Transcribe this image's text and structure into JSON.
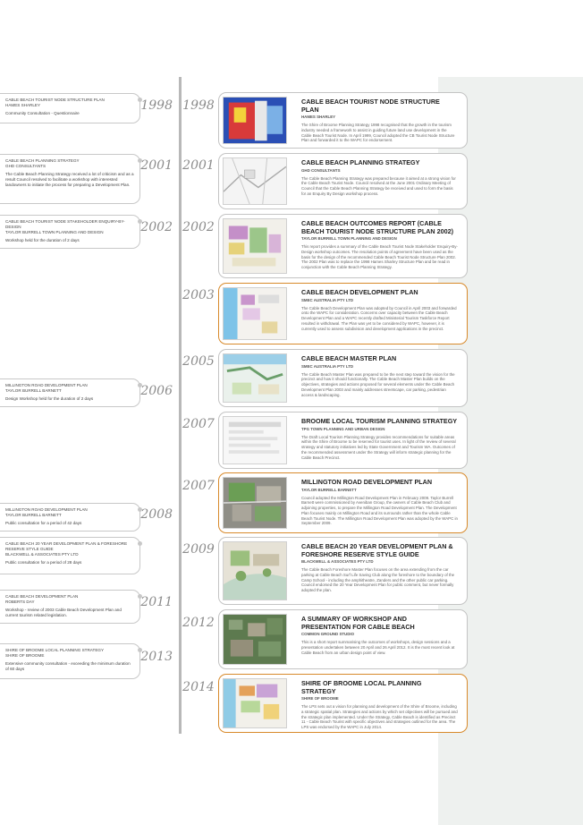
{
  "left_entries": [
    {
      "title": "CABLE BEACH TOURIST NODE STRUCTURE PLAN",
      "subtitle": "HAMES SHARLEY",
      "description": "Community Consultation - Questionnaire"
    },
    {
      "title": "CABLE BEACH PLANNING STRATEGY",
      "subtitle": "GHD CONSULTANTS",
      "description": "The Cable Beach Planning Strategy received a lot of criticism and as a result Council resolved to facilitate a workshop with interested landowners to initiate the process for preparing a Development Plan."
    },
    {
      "title": "CABLE BEACH TOURIST NODE STAKEHOLDER ENQUIRY-BY-DESIGN",
      "subtitle": "TAYLOR BURRELL TOWN PLANNING AND DESIGN",
      "description": "Workshop held for the duration of 2 days"
    },
    {
      "title": "MILLINGTON ROAD DEVELOPMENT PLAN",
      "subtitle": "TAYLOR BURRELL BARNETT",
      "description": "Design Workshop held for the duration of 2 days"
    },
    {
      "title": "MILLINGTON ROAD DEVELOPMENT PLAN",
      "subtitle": "TAYLOR BURRELL BARNETT",
      "description": "Public consultation for a period of 42 days"
    },
    {
      "title": "CABLE BEACH 20 YEAR DEVELOPMENT PLAN & FORESHORE RESERVE STYLE GUIDE",
      "subtitle": "BLACKWELL & ASSOCIATES PTY LTD",
      "description": "Public consultation for a period of 28 days"
    },
    {
      "title": "CABLE BEACH DEVELOPMENT PLAN",
      "subtitle": "ROBERTS DAY",
      "description": "Workshop - review of 2003 Cable Beach Development Plan and current tourism related legislation."
    },
    {
      "title": "SHIRE OF BROOME LOCAL PLANNING STRATEGY",
      "subtitle": "SHIRE OF BROOME",
      "description": "Extensive community consultation - exceeding the minimum duration of 60 days"
    }
  ],
  "left_years": [
    "1998",
    "2001",
    "2002",
    "2006",
    "2008",
    "2011",
    "2013"
  ],
  "right_years": [
    "1998",
    "2001",
    "2002",
    "2003",
    "2005",
    "2007",
    "2007",
    "2009",
    "2012",
    "2014"
  ],
  "cards": [
    {
      "title": "CABLE BEACH TOURIST NODE STRUCTURE PLAN",
      "subtitle": "HAMES SHARLEY",
      "description": "The Shire of Broome Planning Strategy 1998 recognised that the growth in the tourism industry needed a framework to assist in guiding future land use development in the Cable Beach Tourist Node. In April 1999, Council adopted the CB Tourist Node Structure Plan and forwarded it to the WAPC for endorsement."
    },
    {
      "title": "CABLE BEACH PLANNING STRATEGY",
      "subtitle": "GHD CONSULTANTS",
      "description": "The Cable Beach Planning Strategy was prepared because it aimed at a strong vision for the Cable Beach Tourist Node. Council resolved at the June 2001 Ordinary Meeting of Council that the Cable Beach Planning Strategy be received and used to form the basis for an Enquiry By Design workshop process."
    },
    {
      "title": "CABLE BEACH OUTCOMES REPORT (CABLE BEACH TOURIST NODE STRUCTURE PLAN 2002)",
      "subtitle": "TAYLOR BURRELL TOWN PLANNING AND DESIGN",
      "description": "This report provides a summary of the Cable Beach Tourist Node Stakeholder Enquiry-By-Design workshop outcomes. The resolution points of agreement have been used as the basis for the design of the recommended Cable Beach Tourist Node Structure Plan 2002. The 2002 Plan was to replace the 1998 Hames Sharley Structure Plan and be read in conjunction with the Cable Beach Planning Strategy."
    },
    {
      "title": "CABLE BEACH DEVELOPMENT PLAN",
      "subtitle": "SMEC AUSTRALIA PTY LTD",
      "description": "The Cable Beach Development Plan was adopted by Council in April 2003 and forwarded onto the WAPC for consideration. Concerns over capacity between the Cable Beach Development Plan and a WAPC recently drafted Ministerial Tourism Taskforce Report resulted in withdrawal. The Plan was yet to be considered by WAPC, however, it is currently used to assess subdivision and development applications in the precinct."
    },
    {
      "title": "CABLE BEACH MASTER PLAN",
      "subtitle": "SMEC AUSTRALIA PTY LTD",
      "description": "The Cable Beach Master Plan was prepared to be the next step toward the vision for the precinct and how it should functionally. The Cable Beach Master Plan builds on the objectives, strategies and actions proposed for several elements under the Cable Beach Development Plan 2003 and mainly addresses streetscape, car parking, pedestrian access & landscaping."
    },
    {
      "title": "BROOME LOCAL TOURISM PLANNING STRATEGY",
      "subtitle": "TPG TOWN PLANNING AND URBAN DESIGN",
      "description": "The Draft Local Tourism Planning Strategy provides recommendations for suitable areas within the Shire of Broome to be reserved for tourist uses. In light of the review of several strategy and statutory initiatives led by State Government and Tourism WA. Outcomes of the recommended assessment under the Strategy will inform strategic planning for the Cable Beach Precinct."
    },
    {
      "title": "MILLINGTON ROAD DEVELOPMENT PLAN",
      "subtitle": "TAYLOR BURRELL BARNETT",
      "description": "Council adopted the Millington Road Development Plan in February 2009. Taylor Burrell Barnett were commissioned by Aveniban Group, the owners of Cable Beach Club and adjoining properties, to prepare the Millington Road Development Plan. The Development Plan focuses mainly on Millington Road and its surrounds rather than the whole Cable Beach Tourist Node. The Millington Road Development Plan was adopted by the WAPC in September 2009."
    },
    {
      "title": "CABLE BEACH 20 YEAR DEVELOPMENT PLAN & FORESHORE RESERVE STYLE GUIDE",
      "subtitle": "BLACKWELL & ASSOCIATES PTY LTD",
      "description": "The Cable Beach Foreshore Master Plan focuses on the area extending from the car parking at Cable Beach Surf Life Saving Club along the foreshore to the boundary of the Camp School - including the amphitheatre, Zanders and the other public car parking. Council endorsed the 20 Year Development Plan for public comment, but never formally adopted the plan."
    },
    {
      "title": "A SUMMARY OF WORKSHOP AND PRESENTATION FOR CABLE BEACH",
      "subtitle": "COMMON GROUND STUDIO",
      "description": "This is a short report summarising the outcomes of workshops, design sessions and a presentation undertaken between 20 April and 26 April 2012. It is the most recent look at Cable Beach from an urban design point of view."
    },
    {
      "title": "SHIRE OF BROOME LOCAL PLANNING STRATEGY",
      "subtitle": "SHIRE OF BROOME",
      "description": "The LPS sets out a vision for planning and development of the Shire of Broome, including a strategic spatial plan. Strategies and actions by which set objectives will be pursued and the strategic plan implemented. Under the Strategy, Cable Beach is identified as Precinct 11 - Cable Beach Tourist with specific objectives and strategies outlined for the area. The LPS was endorsed by the WAPC in July 2014."
    }
  ],
  "colors": {
    "accent": "#d88a2b",
    "border": "#c4c4c4",
    "spine": "#b8b8b8",
    "year": "#8c8c8c",
    "panel": "#eef1ef"
  }
}
